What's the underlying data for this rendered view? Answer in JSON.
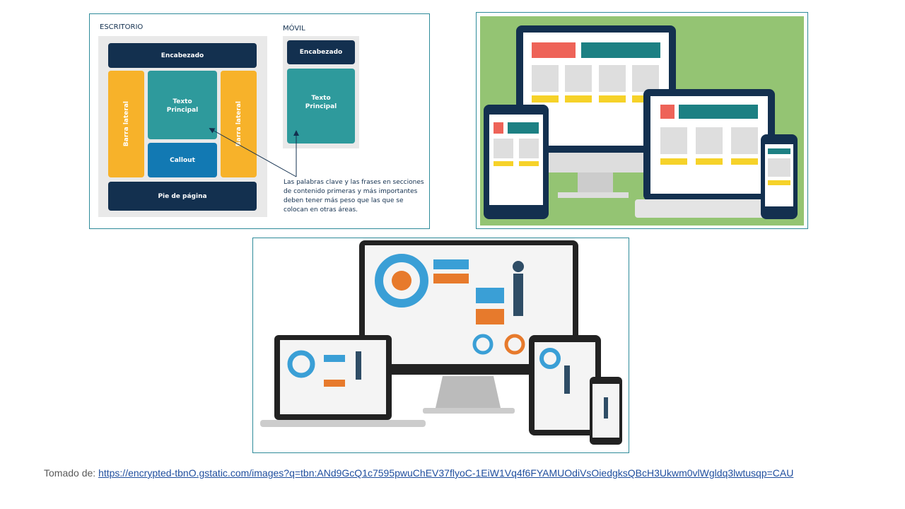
{
  "layout_figure": {
    "desktop_title": "ESCRITORIO",
    "mobile_title": "MÓVIL",
    "header": "Encabezado",
    "sidebar": "Barra lateral",
    "main_text": "Texto Principal",
    "callout": "Callout",
    "footer": "Pie de página",
    "caption": "Las palabras clave y las frases en secciones de contenido primeras y más importantes deben tener más peso que las que se colocan en otras áreas."
  },
  "colors": {
    "navy": "#13304f",
    "teal": "#2e9a9c",
    "blue": "#1279b3",
    "yellow": "#f7b22a",
    "green": "#94c473",
    "frame": "#2e8b9a"
  },
  "source": {
    "label": "Tomado de:",
    "url": "https://encrypted-tbnO.gstatic.com/images?q=tbn:ANd9GcQ1c7595pwuChEV37flyoC-1EiW1Vq4f6FYAMUOdiVsOiedgksQBcH3Ukwm0vlWgldq3lwtusqp=CAU"
  }
}
